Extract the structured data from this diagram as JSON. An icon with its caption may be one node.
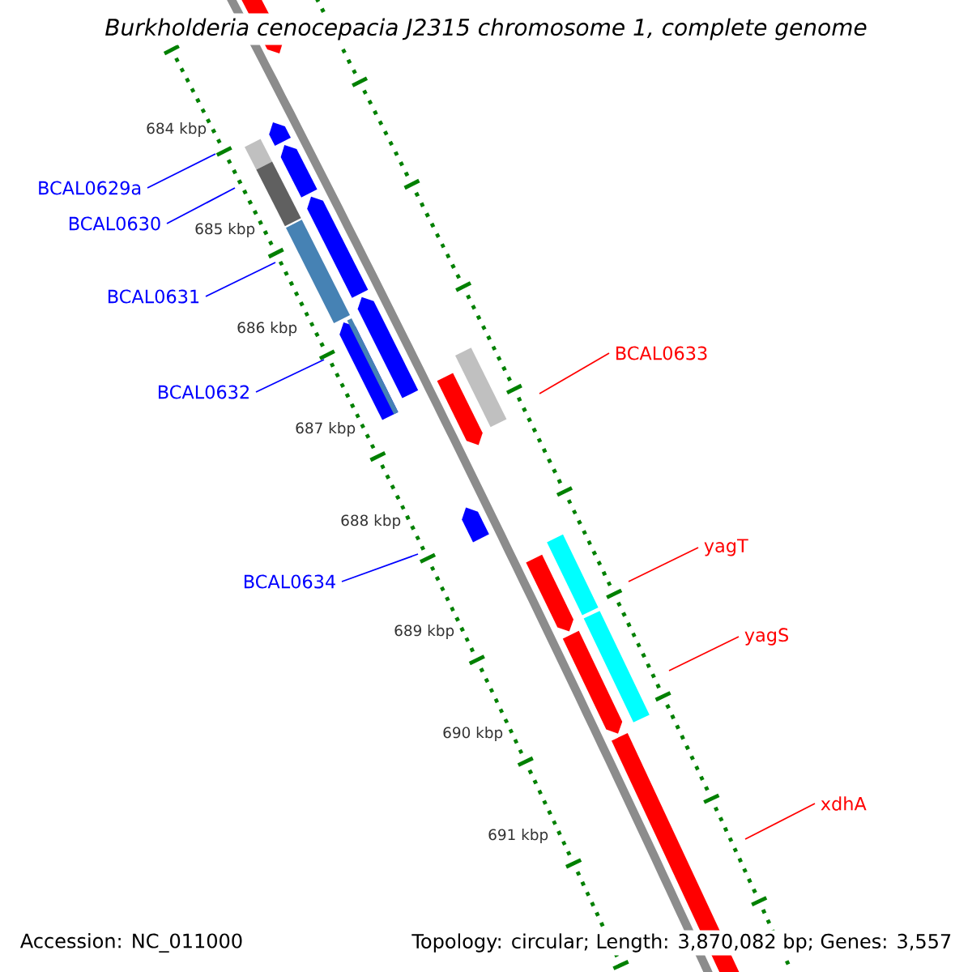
{
  "diagram": {
    "title": "Burkholderia cenocepacia J2315 chromosome 1, complete genome",
    "nodes": [
      {
        "text": [
          "BCAL0629a"
        ]
      },
      {
        "text": [
          "BCAL0630"
        ]
      },
      {
        "text": [
          "BCAL0631"
        ]
      },
      {
        "text": [
          "BCAL0632"
        ]
      },
      {
        "text": [
          "BCAL0633"
        ]
      },
      {
        "text": [
          "BCAL0634"
        ]
      },
      {
        "text": [
          "yagT"
        ]
      },
      {
        "text": [
          "yagS"
        ]
      },
      {
        "text": [
          "xdhA"
        ]
      }
    ],
    "edges": [
      {
        "from": 0,
        "to": null,
        "arrow": "none"
      },
      {
        "from": 1,
        "to": null,
        "arrow": "none"
      },
      {
        "from": 2,
        "to": null,
        "arrow": "none"
      },
      {
        "from": 3,
        "to": null,
        "arrow": "none"
      },
      {
        "from": 4,
        "to": null,
        "arrow": "none",
        "color": "#ff0000"
      },
      {
        "from": 5,
        "to": null,
        "arrow": "none"
      },
      {
        "from": 6,
        "to": null,
        "arrow": "none",
        "color": "#ff0000"
      },
      {
        "from": 7,
        "to": null,
        "arrow": "none",
        "color": "#ff0000"
      },
      {
        "from": 8,
        "to": null,
        "arrow": "none",
        "color": "#ff0000"
      }
    ],
    "labels": [
      "684 kbp",
      "685 kbp",
      "686 kbp",
      "687 kbp",
      "688 kbp",
      "689 kbp",
      "690 kbp",
      "691 kbp",
      "Accession: NC_011000",
      "Topology: circular; Length: 3,870,082 bp; Genes: 3,557"
    ]
  }
}
